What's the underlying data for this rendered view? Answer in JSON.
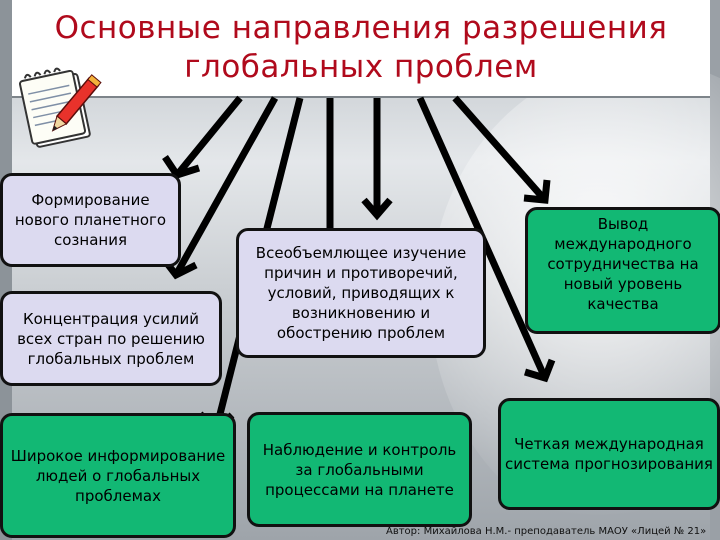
{
  "title": "Основные направления разрешения глобальных проблем",
  "boxes": {
    "b1": "Формирование нового планетного сознания",
    "b2": "Концентрация усилий всех стран по решению глобальных проблем",
    "b3": "Широкое информирование людей о глобальных проблемах",
    "b4": "Всеобъемлющее изучение причин и противоречий, условий, приводящих к возникновению и обострению проблем",
    "b5": "Наблюдение и контроль за глобальными процессами на планете",
    "b6": "Вывод международного сотрудничества на новый уровень качества",
    "b7": "Четкая международная система прогнозирования"
  },
  "credit": "Автор: Михайлова Н.М.- преподаватель МАОУ «Лицей № 21»",
  "icons": {
    "notepad": "notepad-pencil-icon"
  },
  "colors": {
    "title": "#b00a1c",
    "lavender_box": "#dcdaf0",
    "green_box": "#12b874"
  }
}
